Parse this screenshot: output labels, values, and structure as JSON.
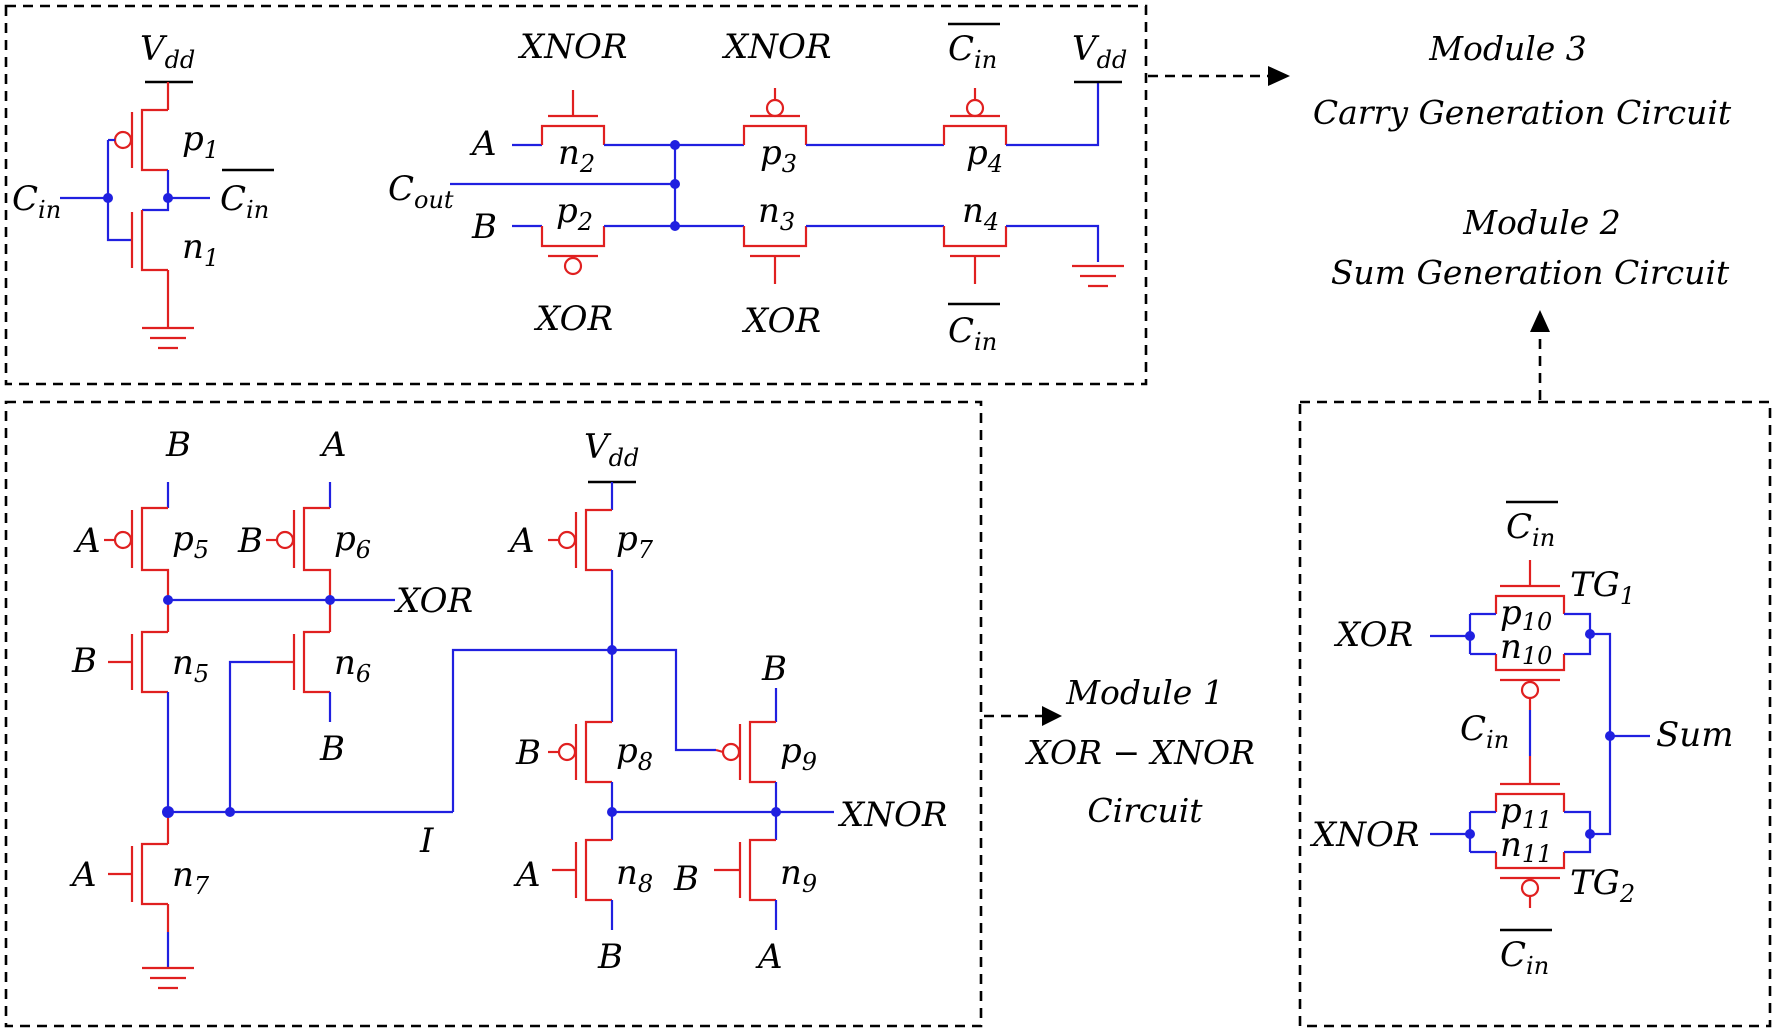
{
  "modules": {
    "m1": {
      "title": "Module 1",
      "line1": "XOR − XNOR",
      "line2": "Circuit"
    },
    "m2": {
      "title": "Module 2",
      "subtitle": "Sum Generation Circuit"
    },
    "m3": {
      "title": "Module 3",
      "subtitle": "Carry Generation Circuit"
    }
  },
  "carry_block": {
    "vdd": "V",
    "vdd_sub": "dd",
    "cin": "C",
    "cin_sub": "in",
    "cout": "C",
    "cout_sub": "out",
    "input_a": "A",
    "input_b": "B",
    "xnor": "XNOR",
    "xor": "XOR",
    "p1": "p",
    "p1_sub": "1",
    "n1": "n",
    "n1_sub": "1",
    "n2": "n",
    "n2_sub": "2",
    "p2": "p",
    "p2_sub": "2",
    "p3": "p",
    "p3_sub": "3",
    "n3": "n",
    "n3_sub": "3",
    "p4": "p",
    "p4_sub": "4",
    "n4": "n",
    "n4_sub": "4"
  },
  "xor_block": {
    "a": "A",
    "b": "B",
    "vdd": "V",
    "vdd_sub": "dd",
    "xor": "XOR",
    "xnor": "XNOR",
    "node_i": "I",
    "p5": "p",
    "p5_sub": "5",
    "p6": "p",
    "p6_sub": "6",
    "p7": "p",
    "p7_sub": "7",
    "p8": "p",
    "p8_sub": "8",
    "p9": "p",
    "p9_sub": "9",
    "n5": "n",
    "n5_sub": "5",
    "n6": "n",
    "n6_sub": "6",
    "n7": "n",
    "n7_sub": "7",
    "n8": "n",
    "n8_sub": "8",
    "n9": "n",
    "n9_sub": "9"
  },
  "sum_block": {
    "cin": "C",
    "cin_sub": "in",
    "xor": "XOR",
    "xnor": "XNOR",
    "sum": "Sum",
    "tg1": "TG",
    "tg1_sub": "1",
    "tg2": "TG",
    "tg2_sub": "2",
    "p10": "p",
    "p10_sub": "10",
    "n10": "n",
    "n10_sub": "10",
    "p11": "p",
    "p11_sub": "11",
    "n11": "n",
    "n11_sub": "11"
  },
  "colors": {
    "wire": "#2020e0",
    "transistor": "#e02020",
    "frame": "#000000"
  }
}
